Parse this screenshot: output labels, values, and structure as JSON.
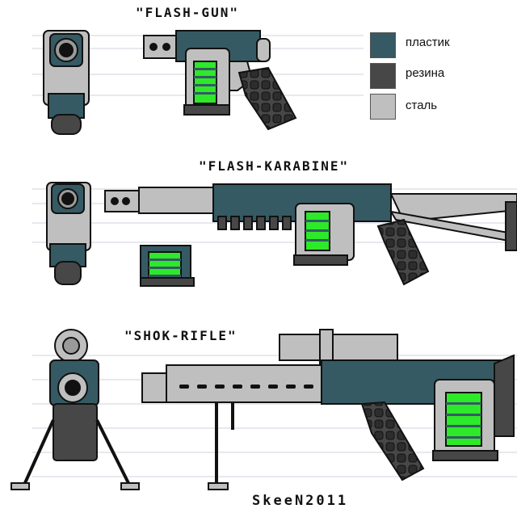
{
  "titles": {
    "gun": "\"FLASH-GUN\"",
    "karabine": "\"FLASH-KARABINE\"",
    "rifle": "\"SHOK-RIFLE\""
  },
  "legend": [
    {
      "label": "пластик",
      "color": "#355a63"
    },
    {
      "label": "резина",
      "color": "#474747"
    },
    {
      "label": "сталь",
      "color": "#bfbfbf"
    }
  ],
  "colors": {
    "plastic": "#355a63",
    "rubber": "#474747",
    "steel": "#bfbfbf",
    "energy": "#2ee82a",
    "outline": "#111111",
    "guide": "#c9c9d8"
  },
  "signature": "SkeeN2011"
}
